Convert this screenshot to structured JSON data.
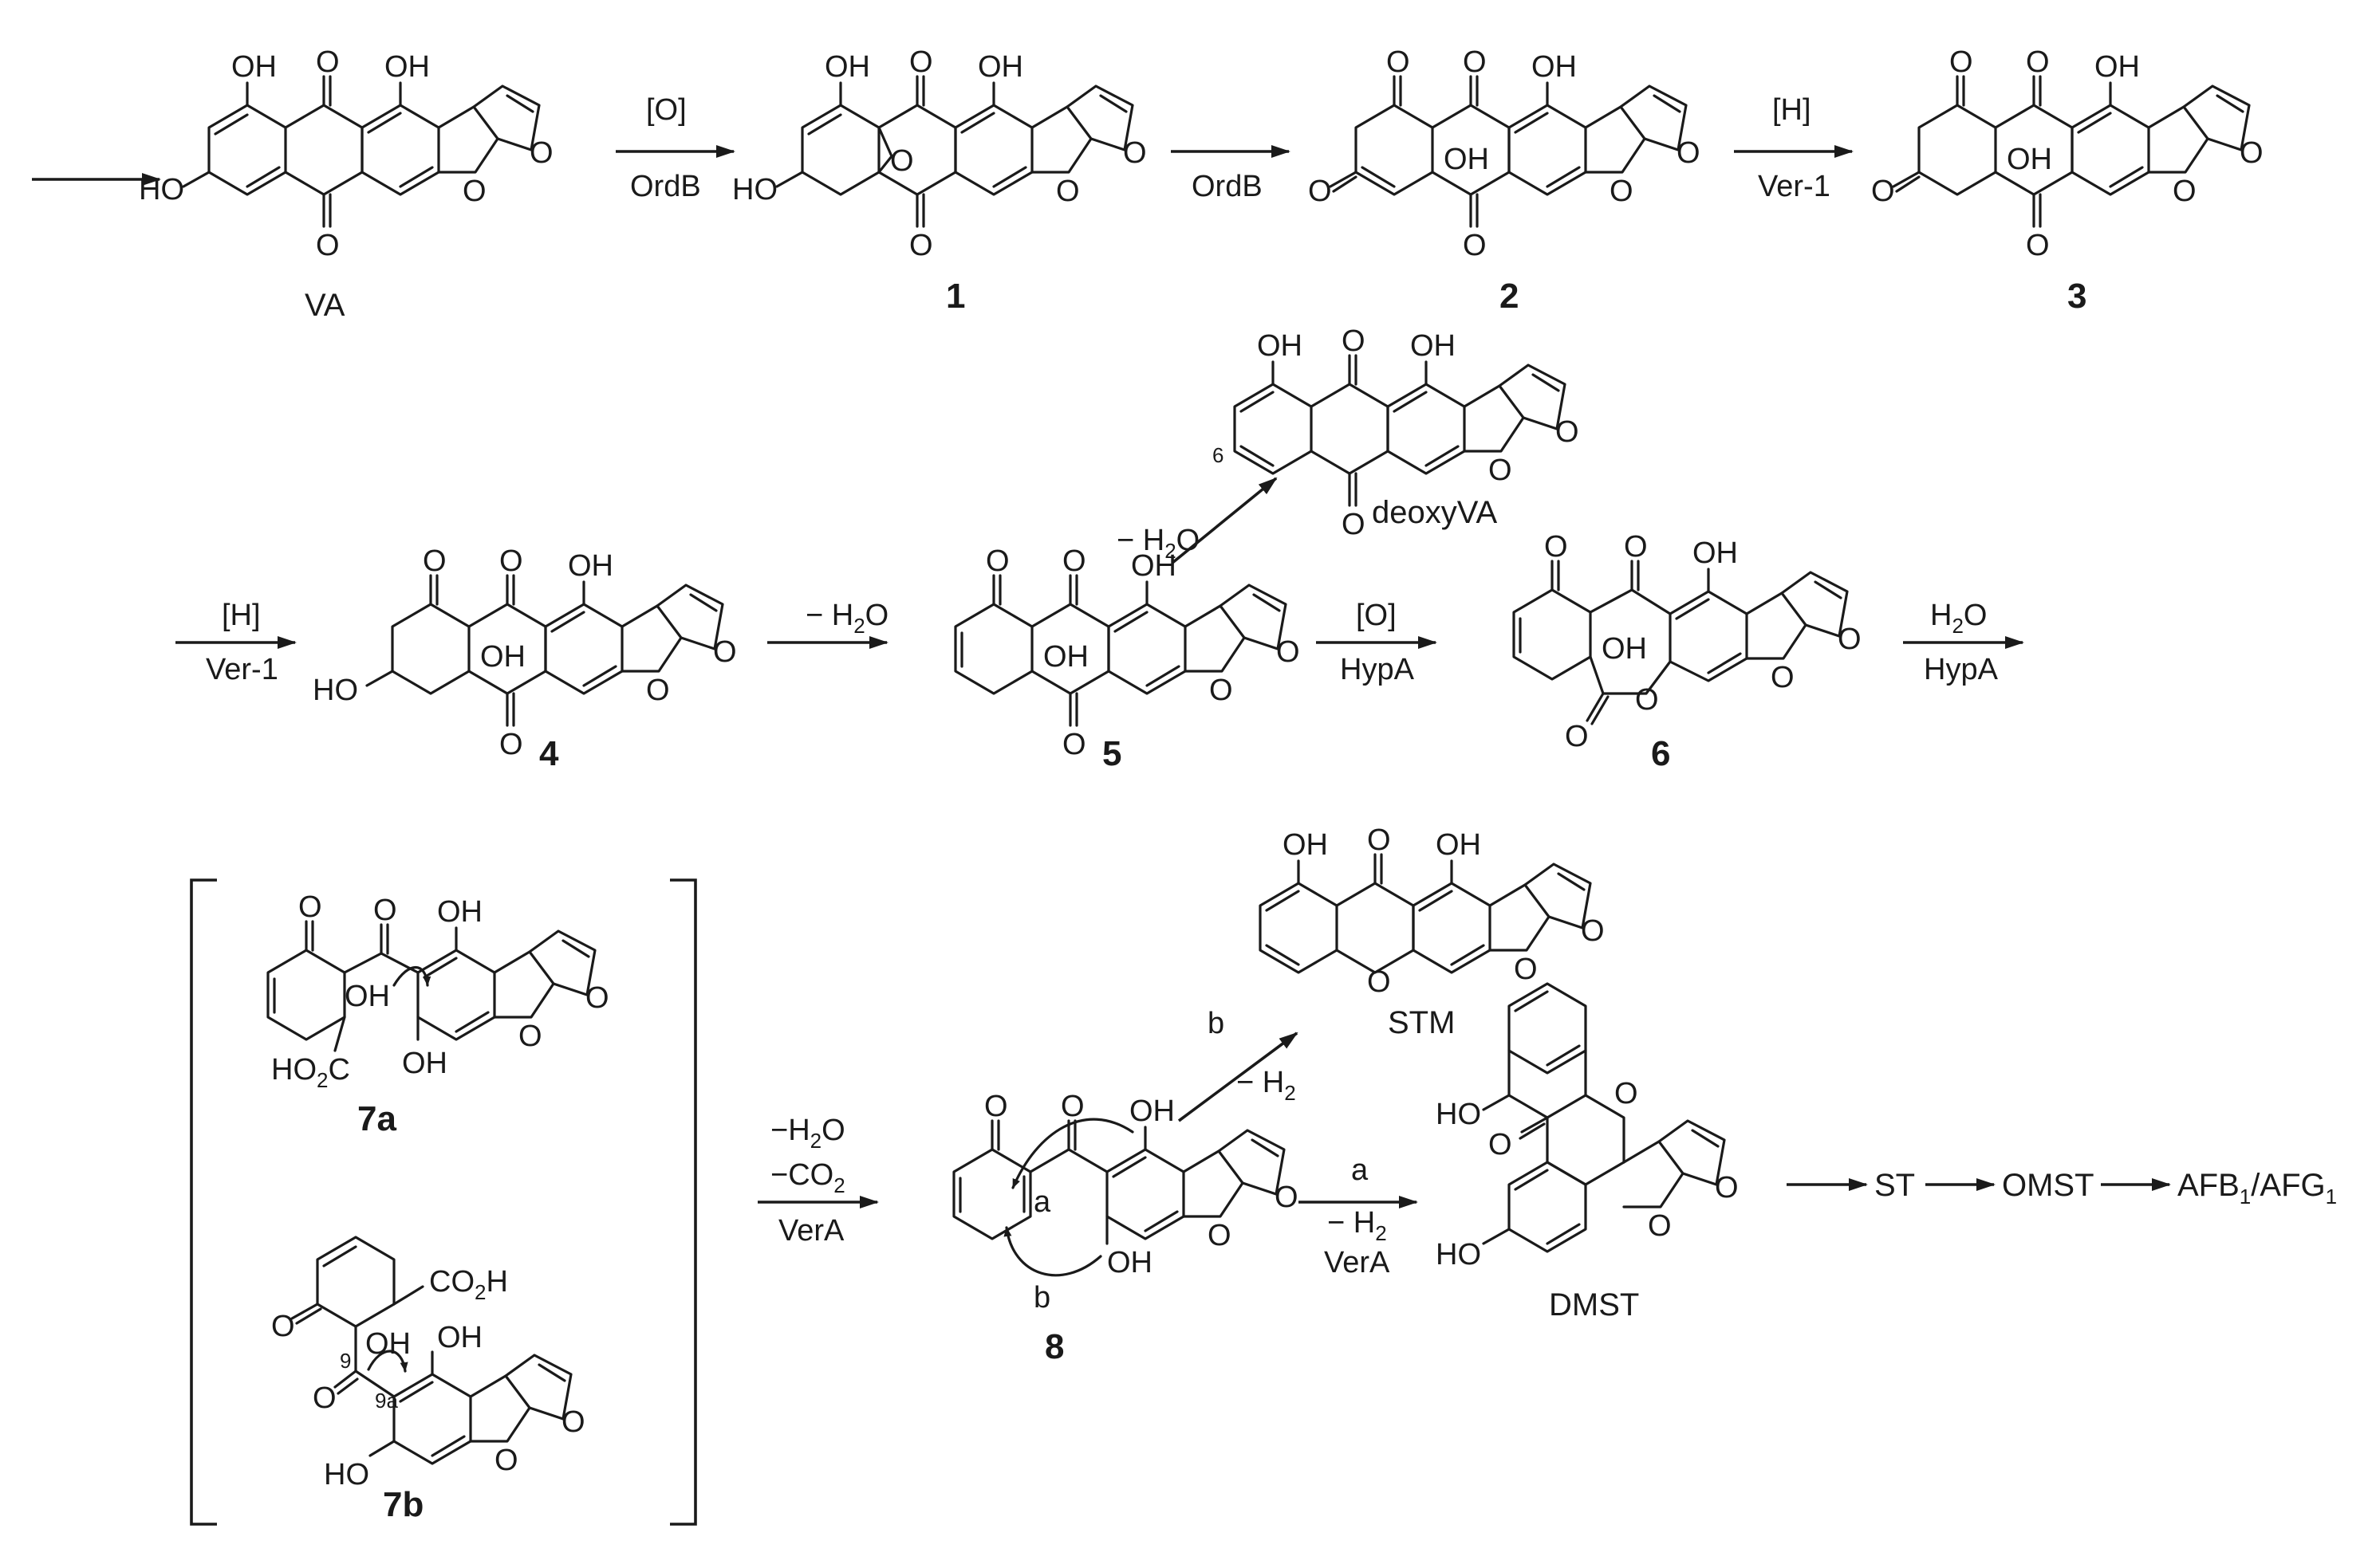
{
  "compounds": {
    "VA": "VA",
    "c1": "1",
    "c2": "2",
    "c3": "3",
    "c4": "4",
    "c5": "5",
    "c6": "6",
    "deoxyVA": "deoxyVA",
    "c7a": "7a",
    "c7b": "7b",
    "c8": "8",
    "STM": "STM",
    "DMST": "DMST",
    "ST": "ST",
    "OMST": "OMST",
    "AFB": "AFB",
    "AFG": "AFG",
    "AF_sub": "1",
    "AF_sep": "/"
  },
  "reagents": {
    "r1_top": "[O]",
    "r1_bot": "OrdB",
    "r2_bot": "OrdB",
    "r3_top": "[H]",
    "r3_bot": "Ver-1",
    "r4_top": "[H]",
    "r4_bot": "Ver-1",
    "r5_top": "− H",
    "r5_sub": "2",
    "r5_end": "O",
    "r_deoxy_top": "− H",
    "r6_top": "[O]",
    "r6_bot": "HypA",
    "r7_top": "H",
    "r7_sub": "2",
    "r7_end": "O",
    "r7_bot": "HypA",
    "r8_l1": "−H",
    "r8_l2": "−CO",
    "r8_bot": "VerA",
    "path_b": "b",
    "path_b_minus": "− H",
    "path_a": "a",
    "path_a_minus": "− H",
    "path_a_bot": "VerA"
  },
  "atoms": {
    "OH": "OH",
    "HO": "HO",
    "O": "O",
    "HO2C": "HO",
    "HO2C_sub": "2",
    "HO2C_end": "C",
    "CO2H": "CO",
    "CO2H_sub": "2",
    "CO2H_end": "H",
    "pos6": "6",
    "pos9": "9",
    "pos9a": "9a",
    "arrow_a": "a",
    "arrow_b": "b"
  }
}
